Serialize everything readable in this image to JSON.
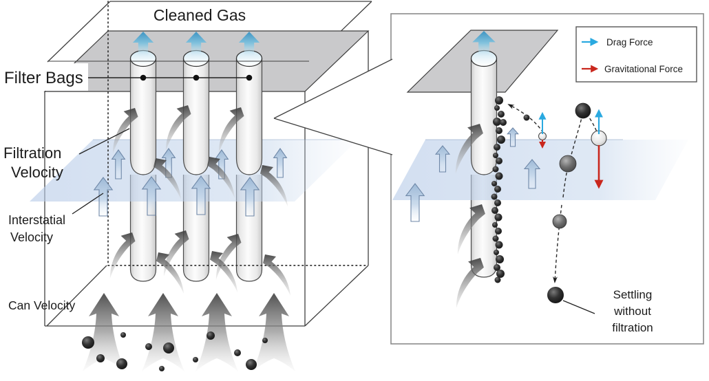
{
  "left_panel": {
    "cleaned_gas_label": "Cleaned Gas",
    "filter_bags_label": "Filter Bags",
    "filtration_velocity": {
      "line1": "Filtration",
      "line2": "Velocity"
    },
    "interstatial_velocity": {
      "line1": "Interstatial",
      "line2": "Velocity"
    },
    "can_velocity_label": "Can Velocity",
    "filter_bag_count": 3,
    "can_arrow_count": 4
  },
  "right_panel": {
    "legend": {
      "items": [
        {
          "label": "Drag Force",
          "color": "#2aa9e0",
          "icon": "right-arrow-icon"
        },
        {
          "label": "Gravitational Force",
          "color": "#c9271d",
          "icon": "right-arrow-icon"
        }
      ]
    },
    "settling_annotation": {
      "line1": "Settling",
      "line2": "without",
      "line3": "filtration"
    }
  },
  "colors": {
    "drag_force": "#2aa9e0",
    "gravitational_force": "#c9271d",
    "filtration_plane": "#b7cbe8",
    "tube_sheet": "#c9c9cb",
    "clean_gas_arrow": "#3d94c2",
    "outline": "#3f3f3f"
  }
}
